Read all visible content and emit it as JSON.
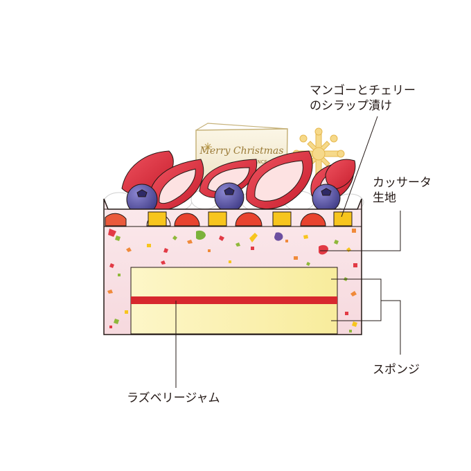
{
  "labels": {
    "syrup_line1": "マンゴーとチェリー",
    "syrup_line2": "のシラップ漬け",
    "cassata_line1": "カッサータ",
    "cassata_line2": "生地",
    "sponge": "スポンジ",
    "raspberry_jam": "ラズベリージャム"
  },
  "plaque": {
    "line1": "Merry Christmas",
    "line2": "FRANCE"
  },
  "colors": {
    "outline": "#231815",
    "cassata_fill": "#f8e6e8",
    "top_band": "#f3c9cf",
    "sponge_fill": "#fbf3b4",
    "jam": "#d7282e",
    "strawberry": "#e23a45",
    "blueberry": "#5e5aa8",
    "mango": "#f5c400",
    "cherry_half": "#e8432f",
    "cream": "#ffffff",
    "snowflake": "#f6d98a",
    "leader_line": "#231815"
  }
}
